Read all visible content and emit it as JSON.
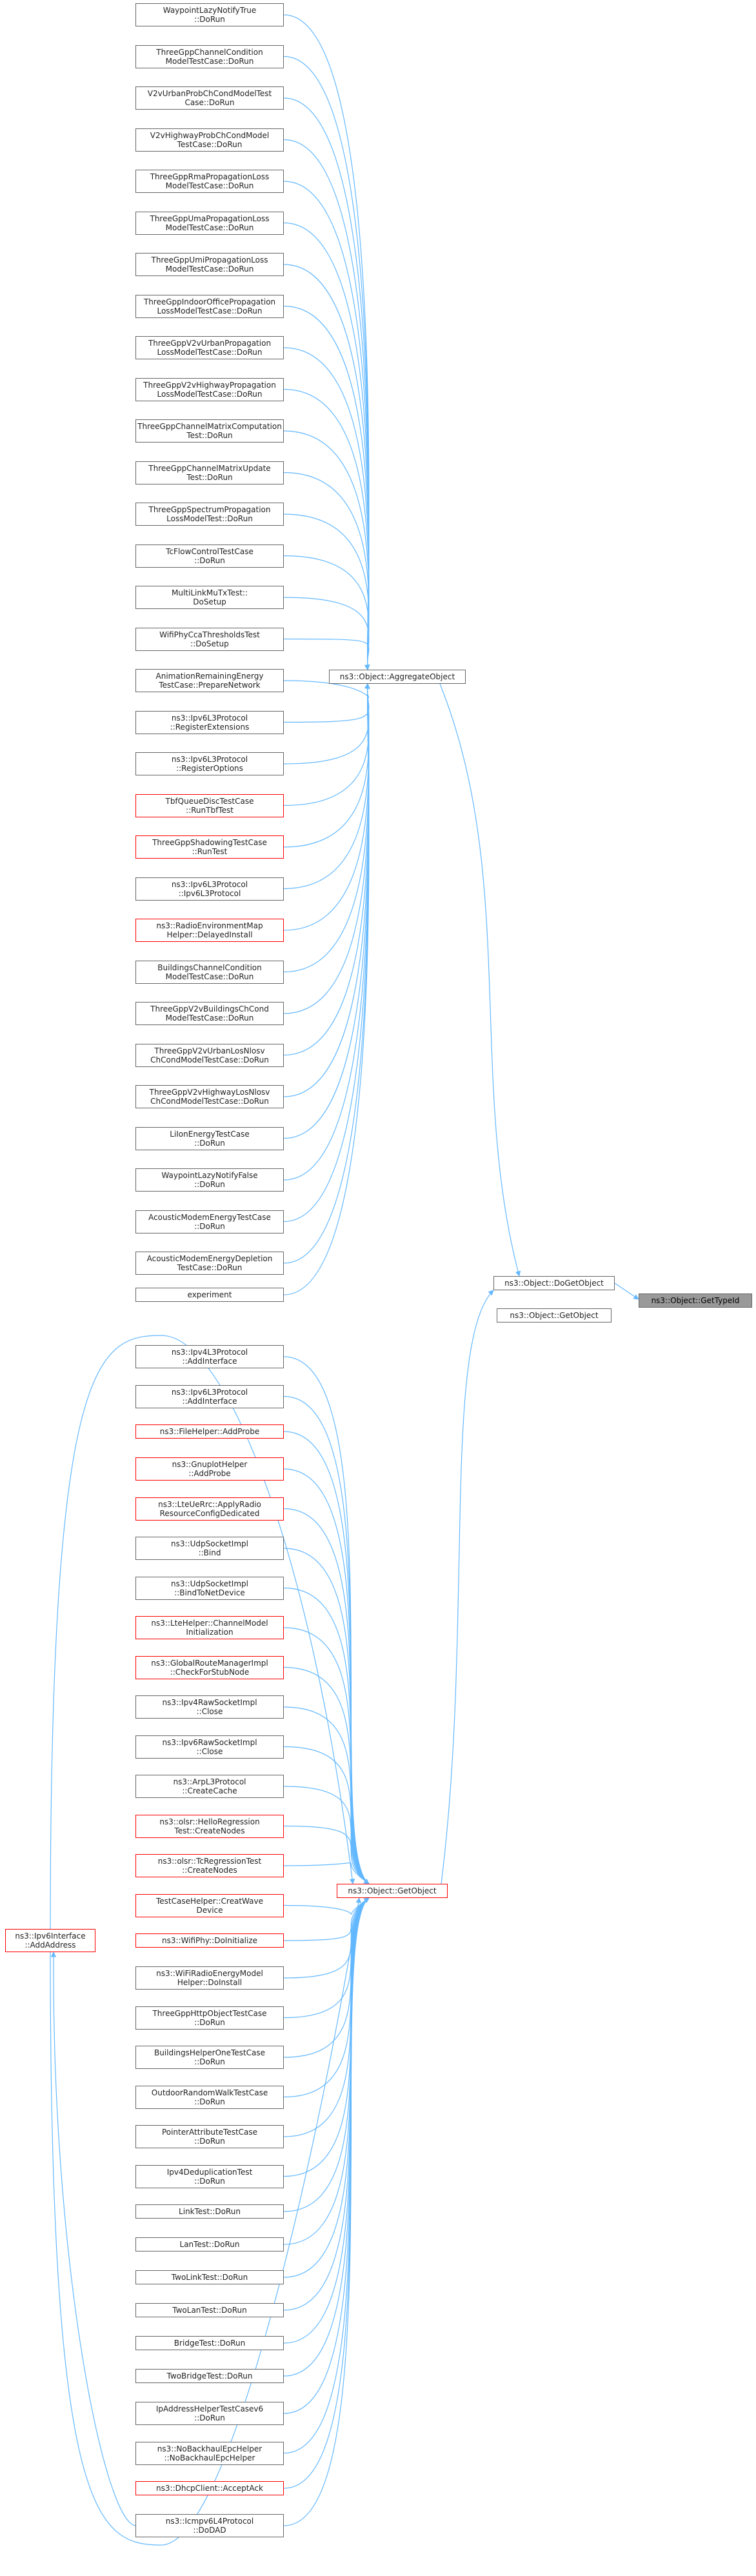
{
  "colors": {
    "edge": "#63b8ff",
    "node_border": "#666666",
    "red_border": "#ff0000",
    "focus_fill": "#999999"
  },
  "focus": {
    "label": "ns3::Object::GetTypeId"
  },
  "hubs": {
    "doGetObject": "ns3::Object::DoGetObject",
    "getObjectTop": "ns3::Object::GetObject",
    "aggregate": "ns3::Object::AggregateObject",
    "getObject": "ns3::Object::GetObject",
    "ipv6iface": [
      "ns3::Ipv6Interface",
      "::AddAddress"
    ]
  },
  "aggregate_callers": [
    {
      "lines": [
        "WaypointLazyNotifyTrue",
        "::DoRun"
      ],
      "red": false
    },
    {
      "lines": [
        "ThreeGppChannelCondition",
        "ModelTestCase::DoRun"
      ],
      "red": false
    },
    {
      "lines": [
        "V2vUrbanProbChCondModelTest",
        "Case::DoRun"
      ],
      "red": false
    },
    {
      "lines": [
        "V2vHighwayProbChCondModel",
        "TestCase::DoRun"
      ],
      "red": false
    },
    {
      "lines": [
        "ThreeGppRmaPropagationLoss",
        "ModelTestCase::DoRun"
      ],
      "red": false
    },
    {
      "lines": [
        "ThreeGppUmaPropagationLoss",
        "ModelTestCase::DoRun"
      ],
      "red": false
    },
    {
      "lines": [
        "ThreeGppUmiPropagationLoss",
        "ModelTestCase::DoRun"
      ],
      "red": false
    },
    {
      "lines": [
        "ThreeGppIndoorOfficePropagation",
        "LossModelTestCase::DoRun"
      ],
      "red": false
    },
    {
      "lines": [
        "ThreeGppV2vUrbanPropagation",
        "LossModelTestCase::DoRun"
      ],
      "red": false
    },
    {
      "lines": [
        "ThreeGppV2vHighwayPropagation",
        "LossModelTestCase::DoRun"
      ],
      "red": false
    },
    {
      "lines": [
        "ThreeGppChannelMatrixComputation",
        "Test::DoRun"
      ],
      "red": false
    },
    {
      "lines": [
        "ThreeGppChannelMatrixUpdate",
        "Test::DoRun"
      ],
      "red": false
    },
    {
      "lines": [
        "ThreeGppSpectrumPropagation",
        "LossModelTest::DoRun"
      ],
      "red": false
    },
    {
      "lines": [
        "TcFlowControlTestCase",
        "::DoRun"
      ],
      "red": false
    },
    {
      "lines": [
        "MultiLinkMuTxTest::",
        "DoSetup"
      ],
      "red": false
    },
    {
      "lines": [
        "WifiPhyCcaThresholdsTest",
        "::DoSetup"
      ],
      "red": false
    },
    {
      "lines": [
        "AnimationRemainingEnergy",
        "TestCase::PrepareNetwork"
      ],
      "red": false
    },
    {
      "lines": [
        "ns3::Ipv6L3Protocol",
        "::RegisterExtensions"
      ],
      "red": false
    },
    {
      "lines": [
        "ns3::Ipv6L3Protocol",
        "::RegisterOptions"
      ],
      "red": false
    },
    {
      "lines": [
        "TbfQueueDiscTestCase",
        "::RunTbfTest"
      ],
      "red": true
    },
    {
      "lines": [
        "ThreeGppShadowingTestCase",
        "::RunTest"
      ],
      "red": true
    },
    {
      "lines": [
        "ns3::Ipv6L3Protocol",
        "::Ipv6L3Protocol"
      ],
      "red": false
    },
    {
      "lines": [
        "ns3::RadioEnvironmentMap",
        "Helper::DelayedInstall"
      ],
      "red": true
    },
    {
      "lines": [
        "BuildingsChannelCondition",
        "ModelTestCase::DoRun"
      ],
      "red": false
    },
    {
      "lines": [
        "ThreeGppV2vBuildingsChCond",
        "ModelTestCase::DoRun"
      ],
      "red": false
    },
    {
      "lines": [
        "ThreeGppV2vUrbanLosNlosv",
        "ChCondModelTestCase::DoRun"
      ],
      "red": false
    },
    {
      "lines": [
        "ThreeGppV2vHighwayLosNlosv",
        "ChCondModelTestCase::DoRun"
      ],
      "red": false
    },
    {
      "lines": [
        "LiIonEnergyTestCase",
        "::DoRun"
      ],
      "red": false
    },
    {
      "lines": [
        "WaypointLazyNotifyFalse",
        "::DoRun"
      ],
      "red": false
    },
    {
      "lines": [
        "AcousticModemEnergyTestCase",
        "::DoRun"
      ],
      "red": false
    },
    {
      "lines": [
        "AcousticModemEnergyDepletion",
        "TestCase::DoRun"
      ],
      "red": false
    },
    {
      "lines": [
        "experiment"
      ],
      "red": false
    }
  ],
  "getobject_callers": [
    {
      "lines": [
        "ns3::Ipv4L3Protocol",
        "::AddInterface"
      ],
      "red": false
    },
    {
      "lines": [
        "ns3::Ipv6L3Protocol",
        "::AddInterface"
      ],
      "red": false
    },
    {
      "lines": [
        "ns3::FileHelper::AddProbe"
      ],
      "red": true
    },
    {
      "lines": [
        "ns3::GnuplotHelper",
        "::AddProbe"
      ],
      "red": true
    },
    {
      "lines": [
        "ns3::LteUeRrc::ApplyRadio",
        "ResourceConfigDedicated"
      ],
      "red": true
    },
    {
      "lines": [
        "ns3::UdpSocketImpl",
        "::Bind"
      ],
      "red": false
    },
    {
      "lines": [
        "ns3::UdpSocketImpl",
        "::BindToNetDevice"
      ],
      "red": false
    },
    {
      "lines": [
        "ns3::LteHelper::ChannelModel",
        "Initialization"
      ],
      "red": true
    },
    {
      "lines": [
        "ns3::GlobalRouteManagerImpl",
        "::CheckForStubNode"
      ],
      "red": true
    },
    {
      "lines": [
        "ns3::Ipv4RawSocketImpl",
        "::Close"
      ],
      "red": false
    },
    {
      "lines": [
        "ns3::Ipv6RawSocketImpl",
        "::Close"
      ],
      "red": false
    },
    {
      "lines": [
        "ns3::ArpL3Protocol",
        "::CreateCache"
      ],
      "red": false
    },
    {
      "lines": [
        "ns3::olsr::HelloRegression",
        "Test::CreateNodes"
      ],
      "red": true
    },
    {
      "lines": [
        "ns3::olsr::TcRegressionTest",
        "::CreateNodes"
      ],
      "red": true
    },
    {
      "lines": [
        "TestCaseHelper::CreatWave",
        "Device"
      ],
      "red": true
    },
    {
      "lines": [
        "ns3::WifiPhy::DoInitialize"
      ],
      "red": true
    },
    {
      "lines": [
        "ns3::WiFiRadioEnergyModel",
        "Helper::DoInstall"
      ],
      "red": false
    },
    {
      "lines": [
        "ThreeGppHttpObjectTestCase",
        "::DoRun"
      ],
      "red": false
    },
    {
      "lines": [
        "BuildingsHelperOneTestCase",
        "::DoRun"
      ],
      "red": false
    },
    {
      "lines": [
        "OutdoorRandomWalkTestCase",
        "::DoRun"
      ],
      "red": false
    },
    {
      "lines": [
        "PointerAttributeTestCase",
        "::DoRun"
      ],
      "red": false
    },
    {
      "lines": [
        "Ipv4DeduplicationTest",
        "::DoRun"
      ],
      "red": false
    },
    {
      "lines": [
        "LinkTest::DoRun"
      ],
      "red": false
    },
    {
      "lines": [
        "LanTest::DoRun"
      ],
      "red": false
    },
    {
      "lines": [
        "TwoLinkTest::DoRun"
      ],
      "red": false
    },
    {
      "lines": [
        "TwoLanTest::DoRun"
      ],
      "red": false
    },
    {
      "lines": [
        "BridgeTest::DoRun"
      ],
      "red": false
    },
    {
      "lines": [
        "TwoBridgeTest::DoRun"
      ],
      "red": false
    },
    {
      "lines": [
        "IpAddressHelperTestCasev6",
        "::DoRun"
      ],
      "red": false
    },
    {
      "lines": [
        "ns3::NoBackhaulEpcHelper",
        "::NoBackhaulEpcHelper"
      ],
      "red": false
    },
    {
      "lines": [
        "ns3::DhcpClient::AcceptAck"
      ],
      "red": true
    },
    {
      "lines": [
        "ns3::Icmpv6L4Protocol",
        "::DoDAD"
      ],
      "red": false
    }
  ]
}
